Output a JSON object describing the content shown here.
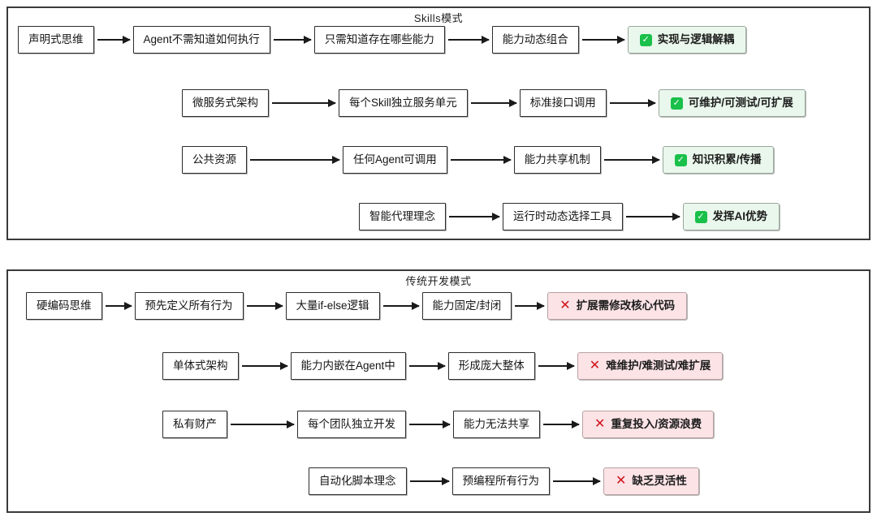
{
  "panels": [
    {
      "id": "skills",
      "title": "Skills模式",
      "result_kind": "good",
      "badge_glyph": "✓",
      "rows": [
        {
          "indent": 12,
          "nodes": [
            "声明式思维",
            "Agent不需知道如何执行",
            "只需知道存在哪些能力",
            "能力动态组合"
          ],
          "result": "实现与逻辑解耦"
        },
        {
          "indent": 214,
          "nodes": [
            "微服务式架构",
            "每个Skill独立服务单元",
            "标准接口调用"
          ],
          "result": "可维护/可测试/可扩展"
        },
        {
          "indent": 214,
          "nodes": [
            "公共资源",
            "任何Agent可调用",
            "能力共享机制"
          ],
          "result": "知识积累/传播"
        },
        {
          "indent": 432,
          "nodes": [
            "智能代理理念",
            "运行时动态选择工具"
          ],
          "result": "发挥AI优势"
        }
      ]
    },
    {
      "id": "legacy",
      "title": "传统开发模式",
      "result_kind": "bad",
      "badge_glyph": "✕",
      "rows": [
        {
          "indent": 22,
          "nodes": [
            "硬编码思维",
            "预先定义所有行为",
            "大量if-else逻辑",
            "能力固定/封闭"
          ],
          "result": "扩展需修改核心代码"
        },
        {
          "indent": 190,
          "nodes": [
            "单体式架构",
            "能力内嵌在Agent中",
            "形成庞大整体"
          ],
          "result": "难维护/难测试/难扩展"
        },
        {
          "indent": 190,
          "nodes": [
            "私有财产",
            "每个团队独立开发",
            "能力无法共享"
          ],
          "result": "重复投入/资源浪费"
        },
        {
          "indent": 370,
          "nodes": [
            "自动化脚本理念",
            "预编程所有行为"
          ],
          "result": "缺乏灵活性"
        }
      ]
    }
  ],
  "colors": {
    "good_bg": "#e9f7ec",
    "bad_bg": "#fbe3e6",
    "check_green": "#19c04a",
    "cross_red": "#d1121b",
    "border": "#2c2c2c",
    "panel_border": "#3a3a3a"
  }
}
